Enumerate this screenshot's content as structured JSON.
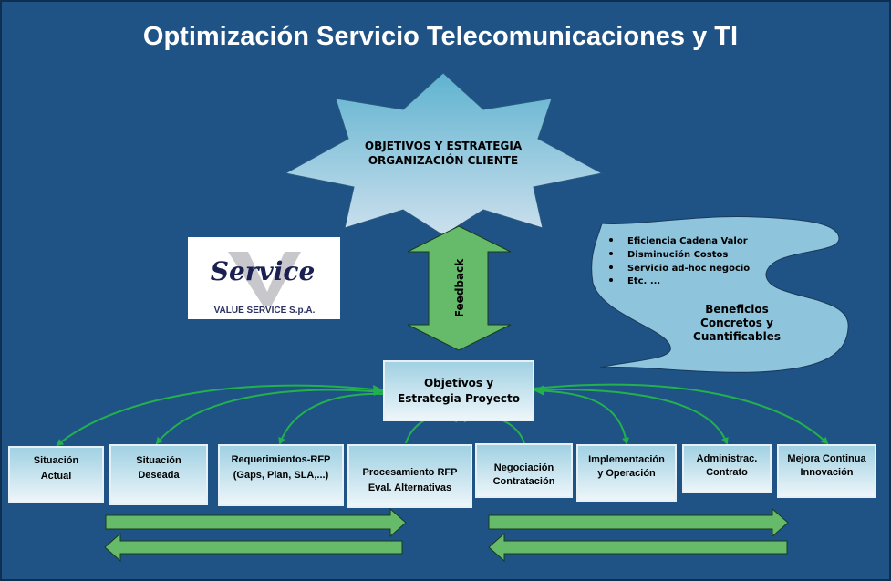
{
  "title": "Optimización Servicio Telecomunicaciones y TI",
  "star": {
    "line1": "OBJETIVOS Y ESTRATEGIA",
    "line2": "ORGANIZACIÓN CLIENTE"
  },
  "logo": {
    "script": "Service",
    "letter": "V",
    "company": "VALUE SERVICE S.p.A."
  },
  "feedback": "Feedback",
  "benefits": {
    "bullets": [
      "Eficiencia Cadena Valor",
      "Disminución Costos",
      "Servicio ad-hoc negocio",
      "Etc. ..."
    ],
    "heading": [
      "Beneficios",
      "Concretos y",
      "Cuantificables"
    ]
  },
  "project": {
    "line1": "Objetivos y",
    "line2": "Estrategia Proyecto"
  },
  "steps": [
    {
      "l1": "Situación",
      "l2": "Actual"
    },
    {
      "l1": "Situación",
      "l2": "Deseada"
    },
    {
      "l1": "Requerimientos-RFP",
      "l2": "(Gaps, Plan, SLA,...)"
    },
    {
      "l1": "Procesamiento RFP",
      "l2": "Eval. Alternativas"
    },
    {
      "l1": "Negociación",
      "l2": "Contratación"
    },
    {
      "l1": "Implementación",
      "l2": "y Operación"
    },
    {
      "l1": "Administrac.",
      "l2": "Contrato"
    },
    {
      "l1": "Mejora Continua",
      "l2": "Innovación"
    }
  ],
  "colors": {
    "background": "#1f5386",
    "arrow": "#66bb6a",
    "box": "#b8dbe8"
  }
}
